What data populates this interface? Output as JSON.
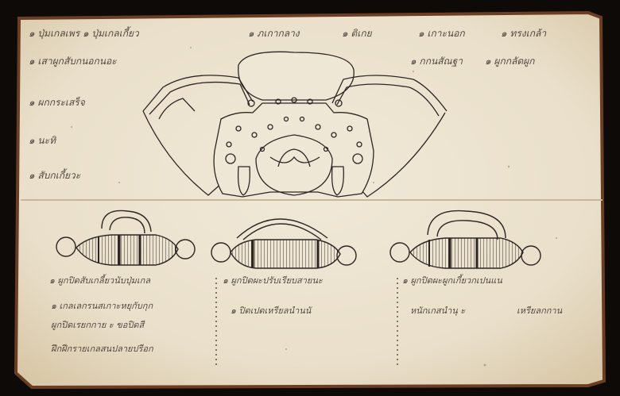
{
  "manuscript": {
    "top_labels": [
      "๑ ปุ่มเกลเพร ๑ ปุ่มเกลเกี้ยว",
      "๑ ภเกากลาง",
      "๑ ติเกย",
      "๑ เกาะนอก",
      "๑ ทรงเกล้า"
    ],
    "left_labels": [
      "๑ เสาผูกสับกนอกนอะ",
      "๑ ผกกระเสร็จ",
      "๑ นะทิ",
      "๑ สับกเกี้ยวะ"
    ],
    "right_labels": [
      "๑ กกนสัณฐา",
      "๑ ผูกกลัดผูก"
    ],
    "captions": [
      "๑ ผูกปิดสับเกลี้ยวนับปุ่มเกล",
      "๑ ผูกปิดผะปรับเรียบสายนะ",
      "๑ ผูกปิดผะผูกเกี้ยวกเปนแน"
    ],
    "col1_lines": [
      "๑ เกลเลกรนสเกาะหยุกับกุก",
      "ผูกปิดเรยกกาย ะ ขอปิดสี",
      "ฝึกฝีกรายเกลสนปลายปรีอก"
    ],
    "col2_lines": [
      "๑ ปิดเปดเหรียลนำนนั"
    ],
    "col3_lines": [
      "หนักเกสนำนุ ะ",
      "เหรียลกกาน"
    ]
  }
}
